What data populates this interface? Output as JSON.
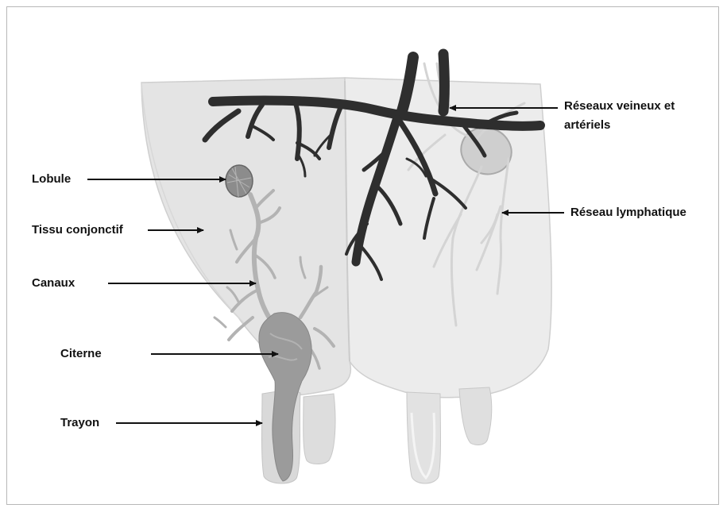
{
  "labels": {
    "lobule": "Lobule",
    "tissu": "Tissu conjonctif",
    "canaux": "Canaux",
    "citerne": "Citerne",
    "trayon": "Trayon",
    "reseaux_line1": "Réseaux veineux et",
    "reseaux_line2": "artériels",
    "lymphatique": "Réseau lymphatique"
  },
  "colors": {
    "vessels": "#2e2e2e",
    "tissue": "#e8e8e8",
    "ducts": "#b4b4b4",
    "cistern": "#9a9a9a",
    "lymphatic": "#d6d6d6"
  }
}
